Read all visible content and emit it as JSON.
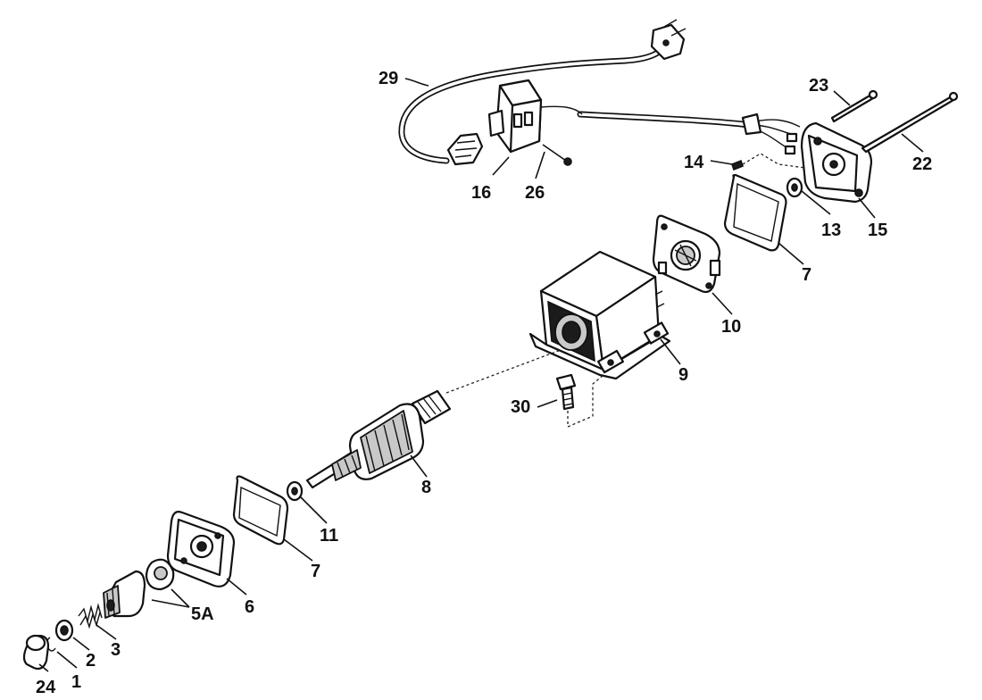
{
  "labels": {
    "p1": "1",
    "p2": "2",
    "p3": "3",
    "p5a": "5A",
    "p6": "6",
    "p7a": "7",
    "p7b": "7",
    "p8": "8",
    "p9": "9",
    "p10": "10",
    "p11": "11",
    "p13": "13",
    "p14": "14",
    "p15": "15",
    "p16": "16",
    "p22": "22",
    "p23": "23",
    "p24": "24",
    "p26": "26",
    "p29": "29",
    "p30": "30"
  }
}
